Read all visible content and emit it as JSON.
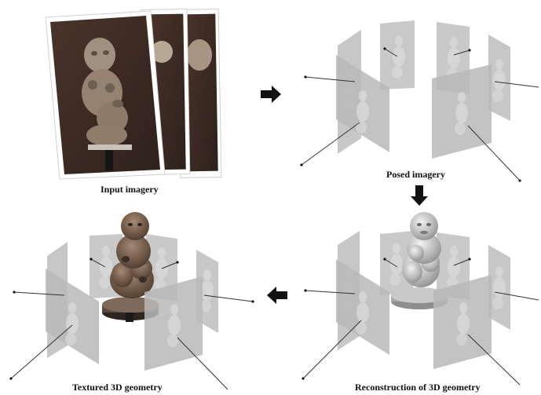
{
  "captions": {
    "input": "Input imagery",
    "posed": "Posed imagery",
    "reconstruction": "Reconstruction of 3D geometry",
    "textured": "Textured 3D geometry"
  },
  "colors": {
    "photo_bg": "#3b2a22",
    "statue": "#9b8a79",
    "panel": "#bdbdbd",
    "mesh": "#b9b9b9",
    "textured": "#6d5546",
    "arrow": "#111111"
  }
}
